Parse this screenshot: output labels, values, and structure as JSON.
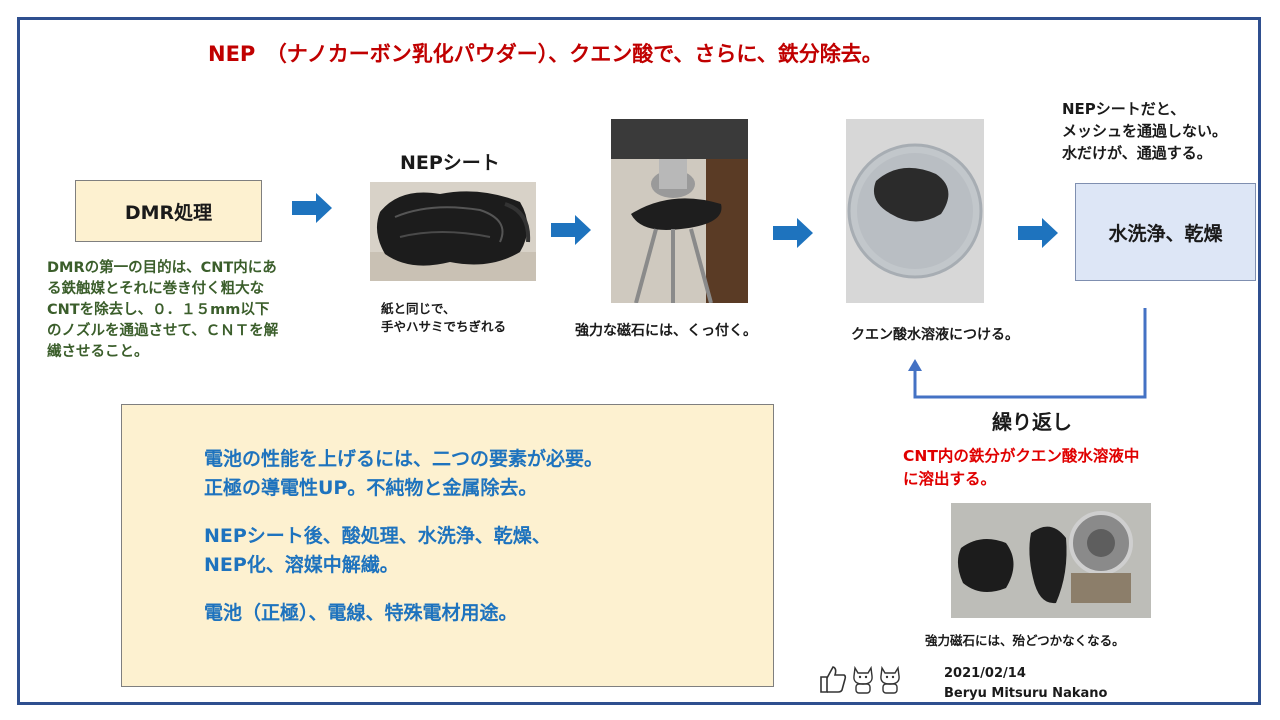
{
  "title": "NEP　（ナノカーボン乳化パウダー）、クエン酸で、さらに、鉄分除去。",
  "steps": {
    "dmr_box": "DMR処理",
    "dmr_desc": [
      "DMRの第一の目的は、CNT内にあ",
      "る鉄触媒とそれに巻き付く粗大な",
      "CNTを除去し、０．１５mm以下",
      "のノズルを通過させて、ＣＮＴを解",
      "繊させること。"
    ],
    "nep_sheet_label": "NEPシート",
    "nep_caption": [
      "紙と同じで、",
      "手やハサミでちぎれる"
    ],
    "magnet_caption": "強力な磁石には、くっ付く。",
    "citric_caption": "クエン酸水溶液につける。",
    "wash_box": "水洗浄、乾燥",
    "mesh_note": [
      "NEPシートだと、",
      "メッシュを通過しない。",
      "水だけが、通過する。"
    ],
    "repeat_label": "繰り返し",
    "iron_note": [
      "CNT内の鉄分がクエン酸水溶液中",
      "に溶出する。"
    ],
    "after_caption": "強力磁石には、殆どつかなくなる。"
  },
  "summary": {
    "lines": [
      "電池の性能を上げるには、二つの要素が必要。",
      "正極の導電性UP。不純物と金属除去。",
      "",
      "NEPシート後、酸処理、水洗浄、乾燥、",
      "NEP化、溶媒中解繊。",
      "",
      "電池（正極）、電線、特殊電材用途。"
    ]
  },
  "footer": {
    "date": "2021/02/14",
    "author": "Beryu Mitsuru Nakano"
  },
  "icons": [
    "thumbs-up-icon",
    "lucky-cat-icon",
    "lucky-cat-icon"
  ],
  "colors": {
    "title": "#c00000",
    "arrow": "#1e73be",
    "summary_text": "#1e73be",
    "dmr_desc": "#3b5e2b",
    "red_note": "#e00000",
    "frame": "#2f4f8f"
  }
}
